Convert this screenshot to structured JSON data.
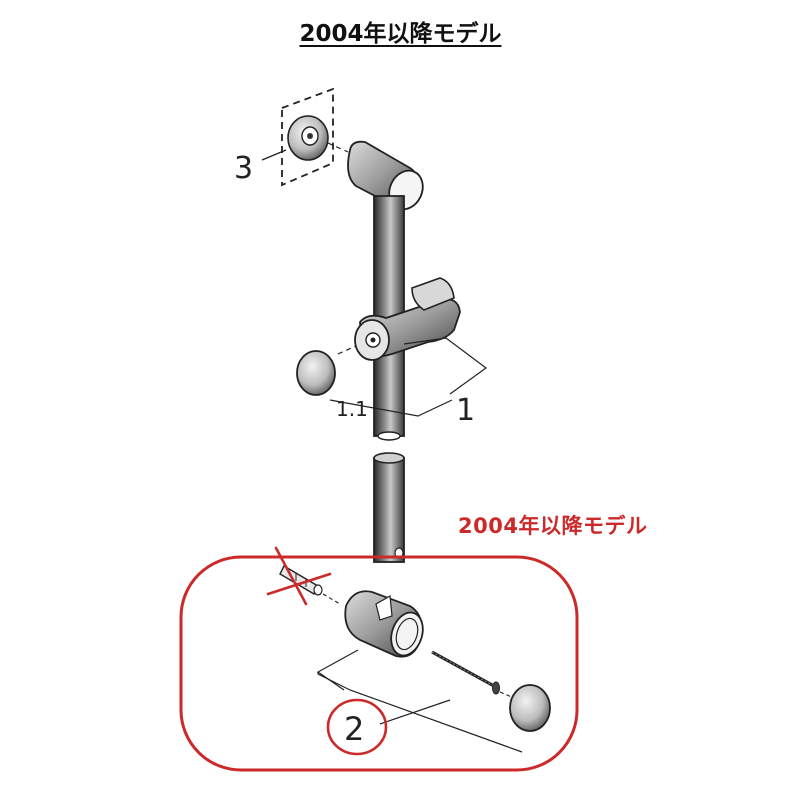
{
  "header": {
    "title": "2004年以降モデル"
  },
  "annotation": {
    "label": "2004年以降モデル",
    "color": "#cc2a2a"
  },
  "parts": [
    {
      "id": "part-3",
      "label": "3"
    },
    {
      "id": "part-1",
      "label": "1"
    },
    {
      "id": "part-1-1",
      "label": "1.1"
    },
    {
      "id": "part-2",
      "label": "2"
    }
  ],
  "colors": {
    "highlight": "#cc2a2a",
    "line": "#222222"
  }
}
